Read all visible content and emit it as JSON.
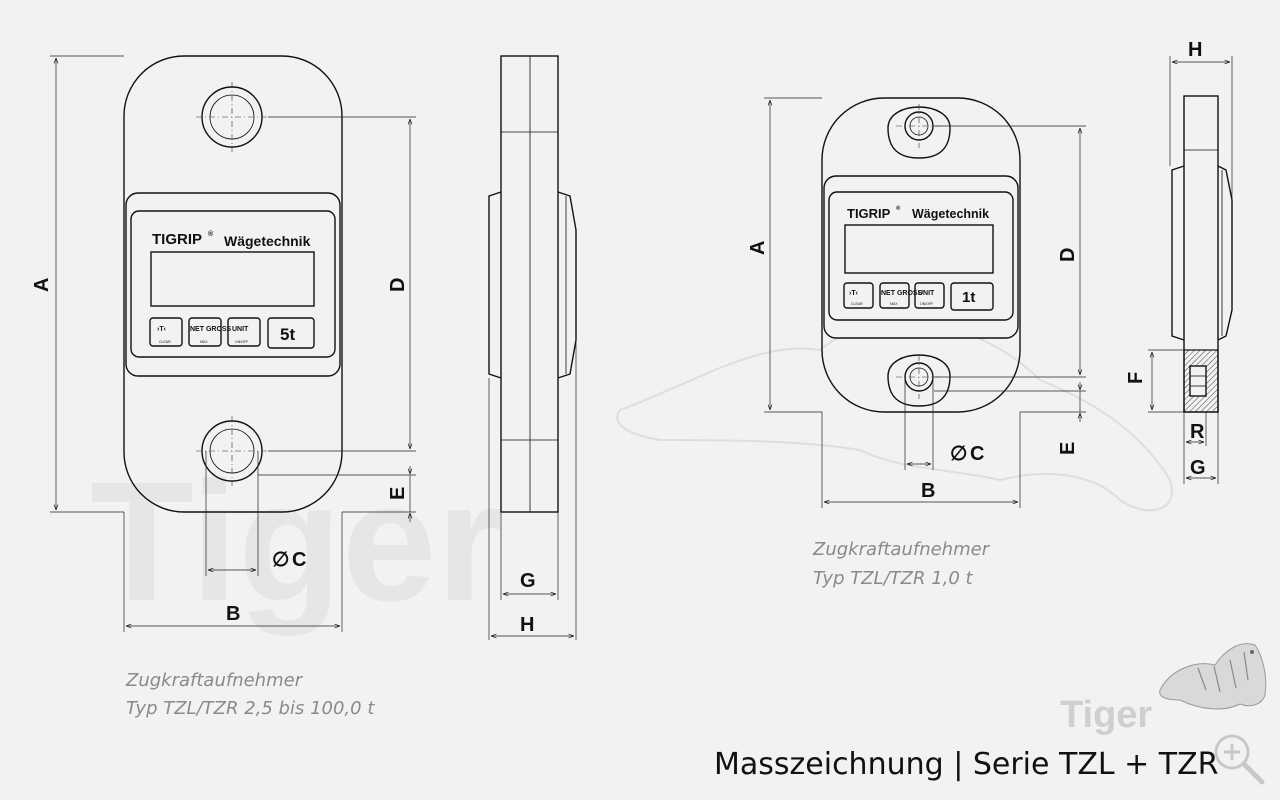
{
  "watermark": {
    "text": "Tiger"
  },
  "left_device": {
    "brand": "TIGRIP",
    "registered": "®",
    "subtitle": "Wägetechnik",
    "buttons": [
      {
        "label": "›T‹",
        "sub": "CLEAR"
      },
      {
        "label": "NET GROSS",
        "sub": "MAX"
      },
      {
        "label": "UNIT",
        "sub": "ON/OFF"
      }
    ],
    "capacity": "5t",
    "caption_line1": "Zugkraftaufnehmer",
    "caption_line2": "Typ TZL/TZR 2,5 bis 100,0 t"
  },
  "right_device": {
    "brand": "TIGRIP",
    "registered": "®",
    "subtitle": "Wägetechnik",
    "buttons": [
      {
        "label": "›T‹",
        "sub": "CLEAR"
      },
      {
        "label": "NET GROSS",
        "sub": "MAX"
      },
      {
        "label": "UNIT",
        "sub": "ON/OFF"
      }
    ],
    "capacity": "1t",
    "caption_line1": "Zugkraftaufnehmer",
    "caption_line2": "Typ TZL/TZR 1,0 t"
  },
  "dimensions": {
    "A": "A",
    "B": "B",
    "C": "C",
    "D": "D",
    "E": "E",
    "F": "F",
    "G": "G",
    "H": "H",
    "R": "R",
    "diameter_symbol": "∅"
  },
  "footer": {
    "logo_text": "Tiger",
    "title": "Masszeichnung | Serie TZL + TZR"
  },
  "icons": {
    "zoom": "zoom-in-icon",
    "tiger": "tiger-mascot-icon"
  }
}
